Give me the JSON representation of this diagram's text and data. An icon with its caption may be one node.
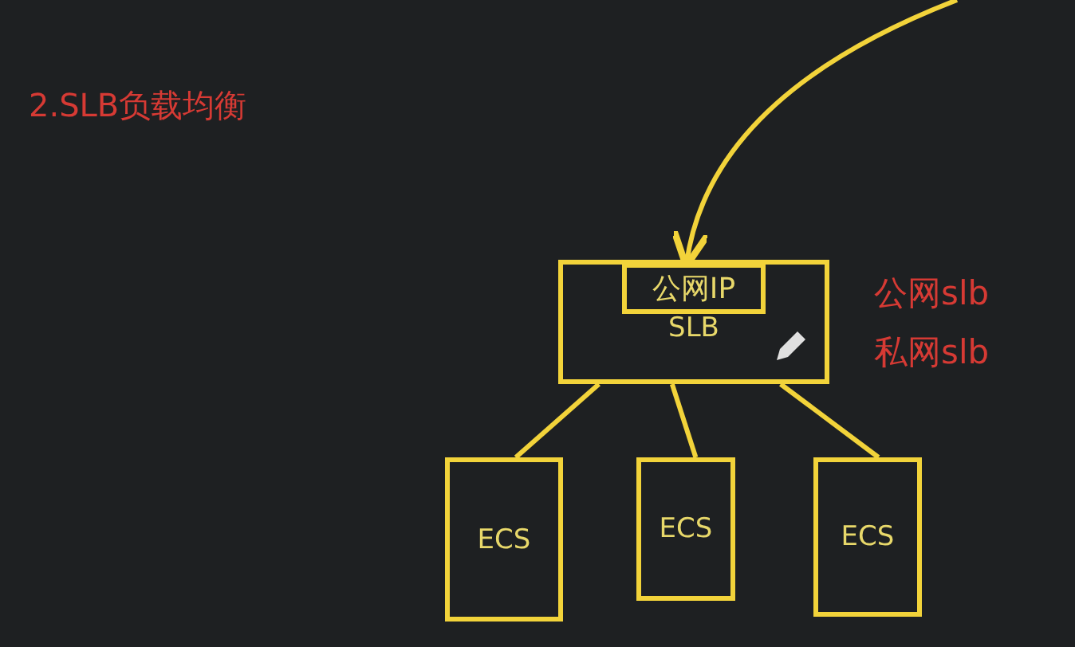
{
  "diagram": {
    "title": "2.SLB负载均衡",
    "nodes": [
      {
        "text": [
          "SLB"
        ]
      },
      {
        "text": [
          "公网IP"
        ],
        "in": 0
      },
      {
        "text": [
          "ECS"
        ]
      },
      {
        "text": [
          "ECS"
        ]
      },
      {
        "text": [
          "ECS"
        ]
      }
    ],
    "edges": [
      {
        "from": null,
        "to": 1,
        "arrow": "to"
      },
      {
        "from": 0,
        "to": 2,
        "arrow": "none"
      },
      {
        "from": 0,
        "to": 3,
        "arrow": "none"
      },
      {
        "from": 0,
        "to": 4,
        "arrow": "none"
      }
    ],
    "labels": [
      "公网slb",
      "私网slb"
    ]
  }
}
